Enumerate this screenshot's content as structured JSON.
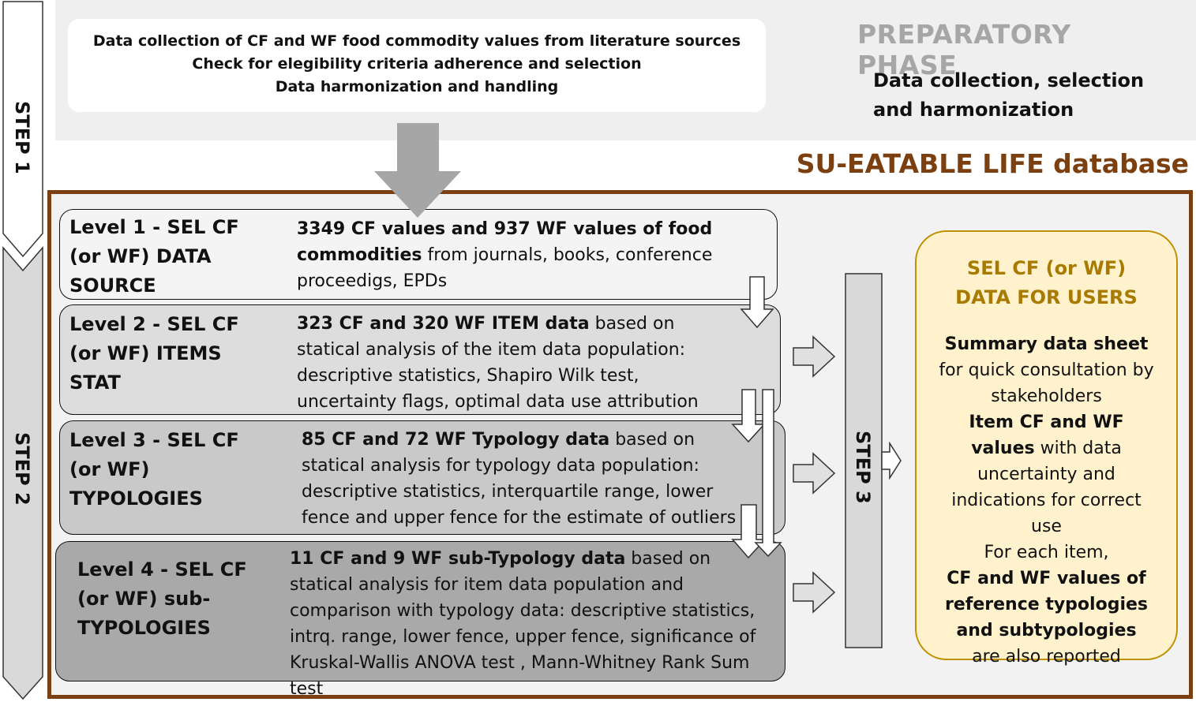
{
  "preparatory": {
    "box_lines": [
      "Data collection of CF and WF food commodity values from literature sources",
      "Check for elegibility criteria adherence and selection",
      "Data harmonization and handling"
    ],
    "title": "PREPARATORY PHASE",
    "subtitle_line1": "Data collection, selection",
    "subtitle_line2": "and  harmonization"
  },
  "database_title": "SU-EATABLE LIFE database",
  "steps": {
    "step1": "STEP 1",
    "step2": "STEP 2",
    "step3": "STEP 3"
  },
  "levels": [
    {
      "name": "Level 1 - SEL CF (or WF) DATA SOURCE",
      "bold": "3349 CF values and 937 WF values of food commodities",
      "text": " from journals, books, conference proceedigs, EPDs"
    },
    {
      "name": "Level 2 - SEL CF (or WF) ITEMS STAT",
      "bold": "323 CF and 320 WF ITEM data",
      "text": " based on statical analysis of the item data population: descriptive statistics, Shapiro Wilk test, uncertainty flags, optimal data use attribution"
    },
    {
      "name": "Level 3 - SEL CF (or WF) TYPOLOGIES",
      "bold": "85 CF and 72 WF Typology data",
      "text": " based on statical analysis for typology data population: descriptive statistics, interquartile range, lower fence and upper fence for the estimate of outliers"
    },
    {
      "name": "Level 4 - SEL CF (or WF) sub-TYPOLOGIES",
      "bold": "11 CF and 9 WF sub-Typology data",
      "text": " based on statical analysis for item data population and comparison with typology data: descriptive statistics, intrq. range, lower fence, upper fence, significance of Kruskal-Wallis ANOVA test , Mann-Whitney Rank Sum test"
    }
  ],
  "users": {
    "title_line1": "SEL CF (or WF)",
    "title_line2": "DATA FOR USERS",
    "p1_bold": "Summary data sheet",
    "p1_text": " for quick consultation by stakeholders",
    "p2_bold": "Item CF and WF values",
    "p2_text": " with data uncertainty and indications for correct use",
    "p3_text": "For each item,",
    "p4_bold": "CF and WF values of reference typologies and subtypologies",
    "p4_text": " are also reported"
  },
  "colors": {
    "brown": "#7b3f10",
    "gold_border": "#bf9000",
    "gold_text": "#a87a00",
    "users_fill": "#fff2cc"
  }
}
